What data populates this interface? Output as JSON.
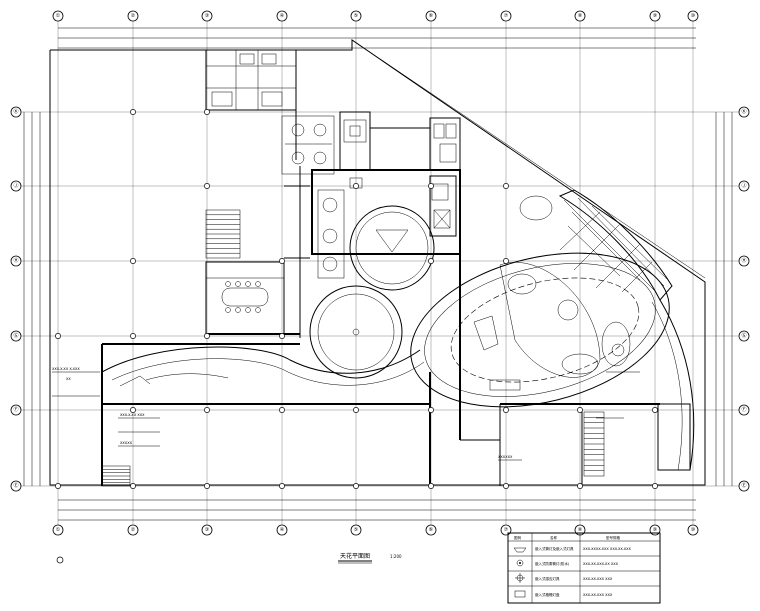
{
  "grid": {
    "columns": [
      "①",
      "②",
      "③",
      "④",
      "⑤",
      "⑥",
      "⑦",
      "⑧",
      "⑨",
      "⑩"
    ],
    "rows": [
      "Ⓚ",
      "Ⓙ",
      "Ⓗ",
      "Ⓖ",
      "Ⓕ",
      "Ⓔ"
    ]
  },
  "drawing_title": "天花平面图",
  "scale": "1:200",
  "legend": {
    "header": {
      "symbol": "图例",
      "name": "名称",
      "note": "型号规格"
    },
    "rows": [
      {
        "icon": "lamp-symbol-icon",
        "name": "嵌入式筒灯及嵌入式灯具",
        "note": "XXX-XXXX-XXX XXX-XX-XXX"
      },
      {
        "icon": "circle-dot-icon",
        "name": "嵌入式防雾筒灯(防水)",
        "note": "XXX-XX-XXX-XX XXX"
      },
      {
        "icon": "crosshair-circle-icon",
        "name": "嵌入式感应灯具",
        "note": "XXX-XX-XXX XXX"
      },
      {
        "icon": "rect-panel-icon",
        "name": "嵌入式格栅灯盘",
        "note": "XXX-XX-XXX XXX"
      }
    ]
  },
  "annotations": [
    "XXX-X-XX X-XXX",
    "XX",
    "XXX-X-XX XXX",
    "XXXXX",
    "XXXXXX"
  ]
}
